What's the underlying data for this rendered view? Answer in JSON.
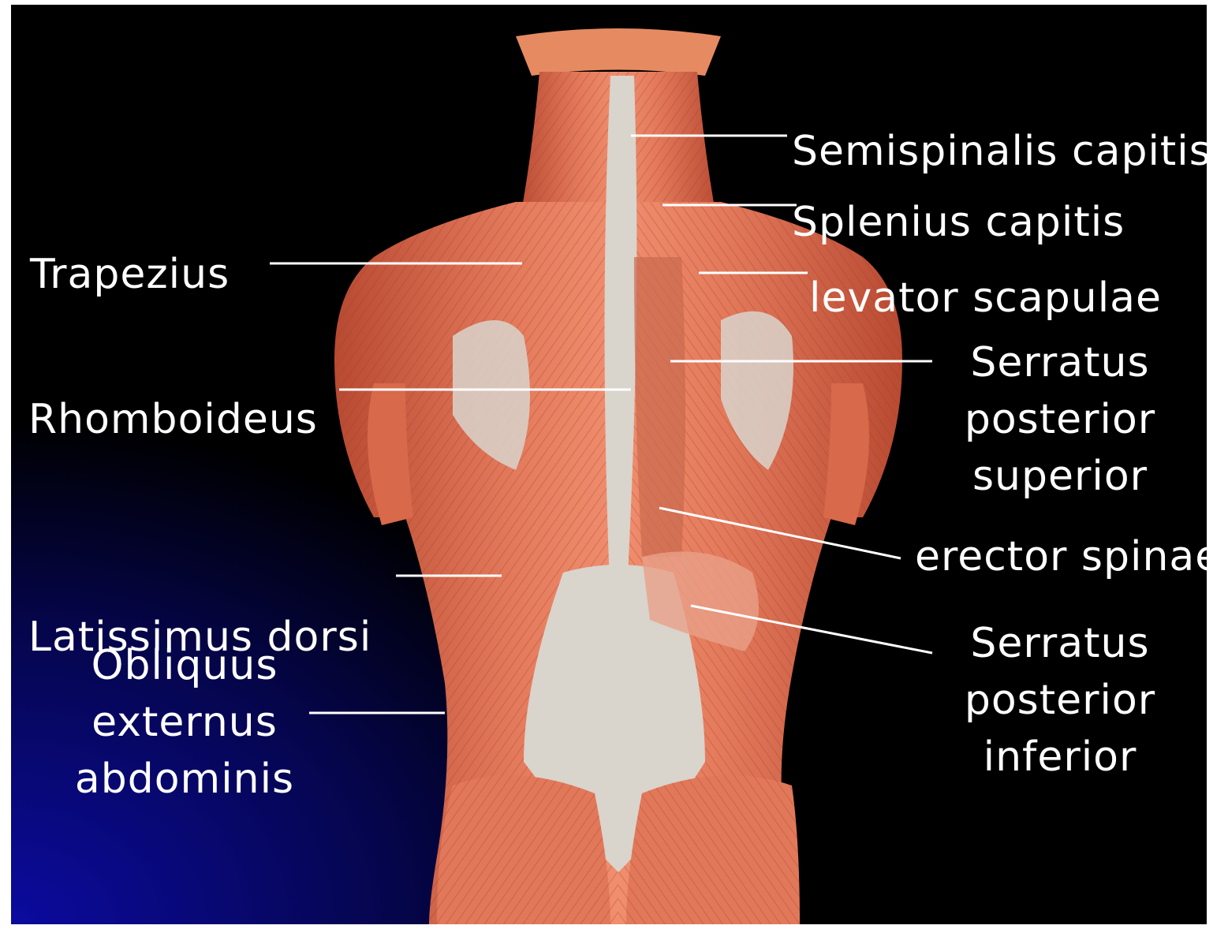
{
  "colors": {
    "background": "#000000",
    "background_glow": "#0a0a8a",
    "muscle": "#e2785a",
    "muscle_dark": "#b84a32",
    "tendon": "#d9d4cc",
    "label_text": "#ffffff",
    "leader_line": "#ffffff"
  },
  "labels": {
    "semispinalis": "Semispinalis capitis",
    "splenius": "Splenius capitis",
    "levator": "levator scapulae",
    "serratus_sup": [
      "Serratus",
      "posterior",
      "superior"
    ],
    "erector": "erector spinae",
    "serratus_inf": [
      "Serratus",
      "posterior",
      "inferior"
    ],
    "trapezius": "Trapezius",
    "rhomboideus": "Rhomboideus",
    "latissimus": "Latissimus dorsi",
    "obliquus": [
      "Obliquus",
      "externus",
      "abdominis"
    ]
  }
}
